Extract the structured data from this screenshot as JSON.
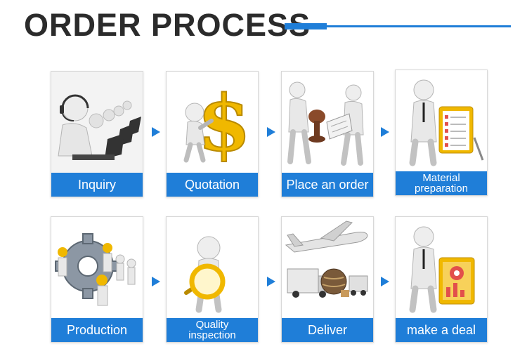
{
  "header": {
    "title": "ORDER PROCESS"
  },
  "steps": [
    {
      "label": "Inquiry",
      "icon": "call-center-icon"
    },
    {
      "label": "Quotation",
      "icon": "dollar-sign-icon"
    },
    {
      "label": "Place an order",
      "icon": "handshake-order-icon"
    },
    {
      "label": "Material\npreparation",
      "icon": "checklist-clipboard-icon"
    },
    {
      "label": "Production",
      "icon": "gear-workers-icon"
    },
    {
      "label": "Quality\ninspection",
      "icon": "magnifier-icon"
    },
    {
      "label": "Deliver",
      "icon": "plane-truck-globe-icon"
    },
    {
      "label": "make a deal",
      "icon": "deal-chart-icon"
    }
  ],
  "colors": {
    "accent": "#1f7ed8",
    "title": "#2b2b2b",
    "gold": "#f0b800"
  }
}
